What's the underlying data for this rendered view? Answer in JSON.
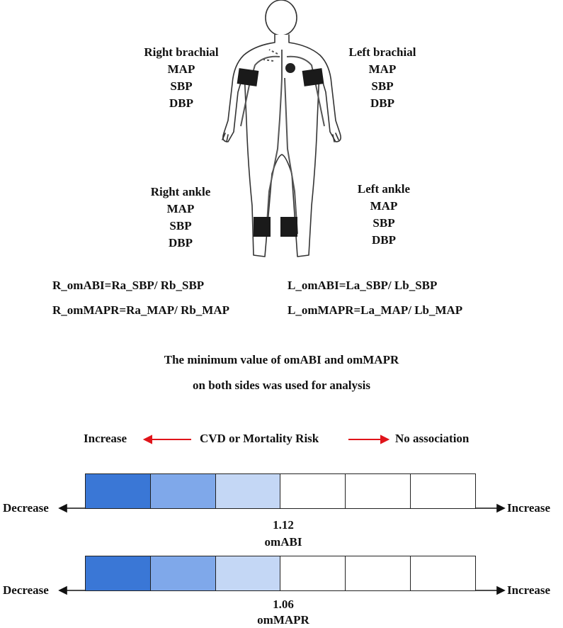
{
  "sites": {
    "right_brachial": {
      "title": "Right brachial",
      "measures": [
        "MAP",
        "SBP",
        "DBP"
      ]
    },
    "left_brachial": {
      "title": "Left brachial",
      "measures": [
        "MAP",
        "SBP",
        "DBP"
      ]
    },
    "right_ankle": {
      "title": "Right ankle",
      "measures": [
        "MAP",
        "SBP",
        "DBP"
      ]
    },
    "left_ankle": {
      "title": "Left ankle",
      "measures": [
        "MAP",
        "SBP",
        "DBP"
      ]
    }
  },
  "formulas": {
    "r_omabi": "R_omABI=Ra_SBP/ Rb_SBP",
    "l_omabi": "L_omABI=La_SBP/  Lb_SBP",
    "r_ommapr": "R_omMAPR=Ra_MAP/ Rb_MAP",
    "l_ommapr": "L_omMAPR=La_MAP/  Lb_MAP"
  },
  "note": {
    "line1": "The minimum  value of omABI and omMAPR",
    "line2": "on both sides was used for analysis"
  },
  "risk": {
    "left": "Increase",
    "middle": "CVD or Mortality Risk",
    "right": "No association",
    "arrow_color": "#e0141a"
  },
  "scales": [
    {
      "axis_left": "Decrease",
      "axis_right": "Increase",
      "threshold": "1.12",
      "name": "omABI",
      "cell_colors": [
        "#3a77d6",
        "#7fa8ea",
        "#c4d7f5",
        "#ffffff",
        "#ffffff",
        "#ffffff"
      ]
    },
    {
      "axis_left": "Decrease",
      "axis_right": "Increase",
      "threshold": "1.06",
      "name": "omMAPR",
      "cell_colors": [
        "#3a77d6",
        "#7fa8ea",
        "#c4d7f5",
        "#ffffff",
        "#ffffff",
        "#ffffff"
      ]
    }
  ]
}
